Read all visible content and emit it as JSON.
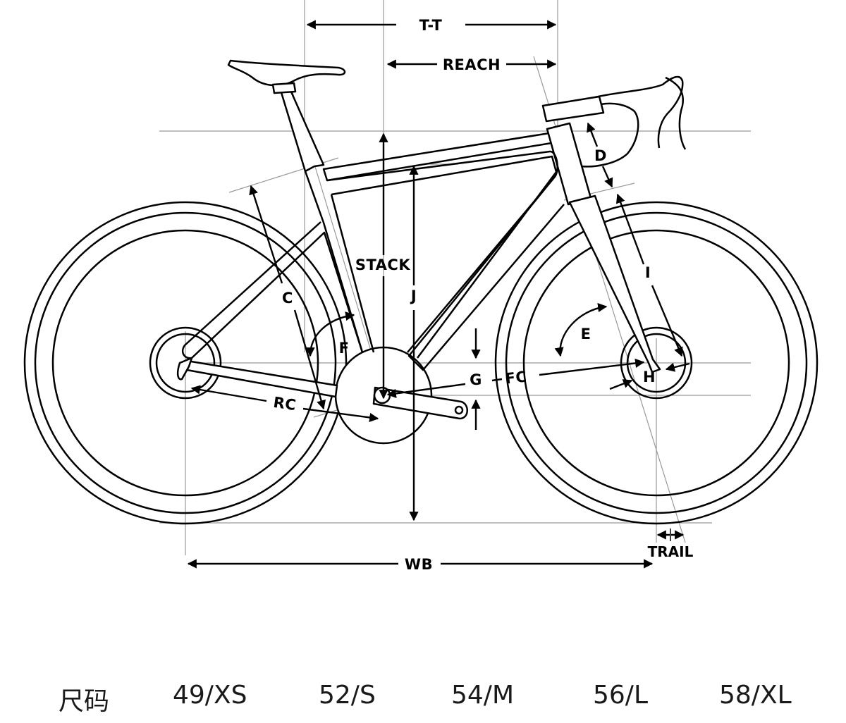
{
  "diagram": {
    "labels": {
      "tt": "T-T",
      "reach": "REACH",
      "stack": "STACK",
      "c": "C",
      "d": "D",
      "e": "E",
      "f": "F",
      "g": "G",
      "fc": "FC",
      "h": "H",
      "i": "I",
      "j": "J",
      "rc": "RC",
      "wb": "WB",
      "trail": "TRAIL"
    }
  },
  "size_table": {
    "header": "尺码",
    "sizes": [
      "49/XS",
      "52/S",
      "54/M",
      "56/L",
      "58/XL"
    ]
  }
}
